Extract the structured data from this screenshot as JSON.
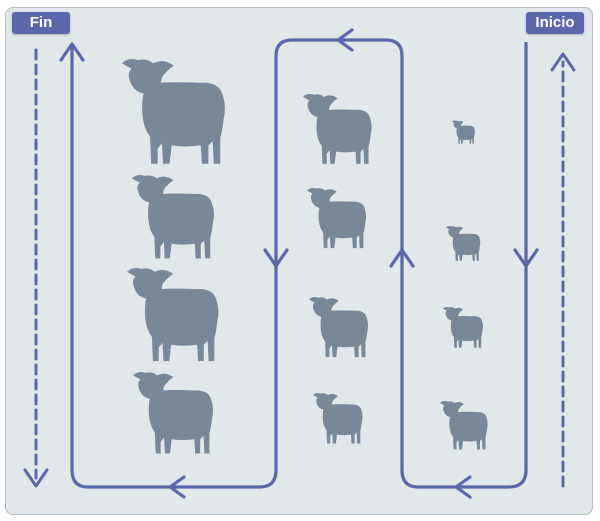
{
  "labels": {
    "end": "Fin",
    "start": "Inicio"
  },
  "colors": {
    "path": "#5a68ab",
    "lamb": "#788898",
    "panel": "#e2e7ea",
    "border": "#b3bcc4"
  },
  "icons": {
    "animal": "lamb-icon"
  },
  "structure": {
    "columns": 3,
    "lambs_per_column": 4
  }
}
